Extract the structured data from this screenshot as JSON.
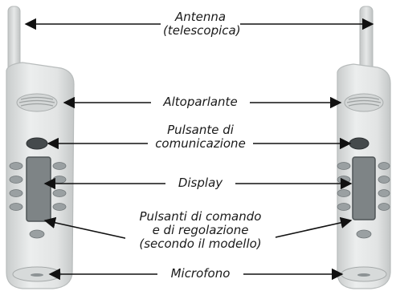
{
  "diagram": {
    "labels": {
      "antenna": [
        "Antenna",
        "(telescopica)"
      ],
      "speaker": [
        "Altoparlante"
      ],
      "talk_button": [
        "Pulsante di",
        "comunicazione"
      ],
      "display": [
        "Display"
      ],
      "control_buttons": [
        "Pulsanti di comando",
        "e di regolazione",
        "(secondo il modello)"
      ],
      "microphone": [
        "Microfono"
      ]
    },
    "colors": {
      "handset_body": "#e3e5e5",
      "handset_edge": "#b8bcbc",
      "antenna": "#d2d4d4",
      "display_screen": "#7e8486",
      "keys": "#8c9294",
      "arrow": "#111111",
      "text": "#1a1a1a"
    }
  }
}
